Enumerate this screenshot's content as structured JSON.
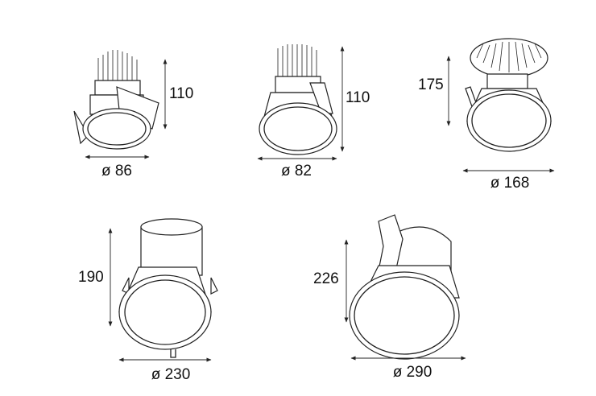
{
  "fixtures": [
    {
      "height": "110",
      "diameter": "ø 86"
    },
    {
      "height": "110",
      "diameter": "ø 82"
    },
    {
      "height": "175",
      "diameter": "ø 168"
    },
    {
      "height": "190",
      "diameter": "ø 230"
    },
    {
      "height": "226",
      "diameter": "ø 290"
    }
  ]
}
